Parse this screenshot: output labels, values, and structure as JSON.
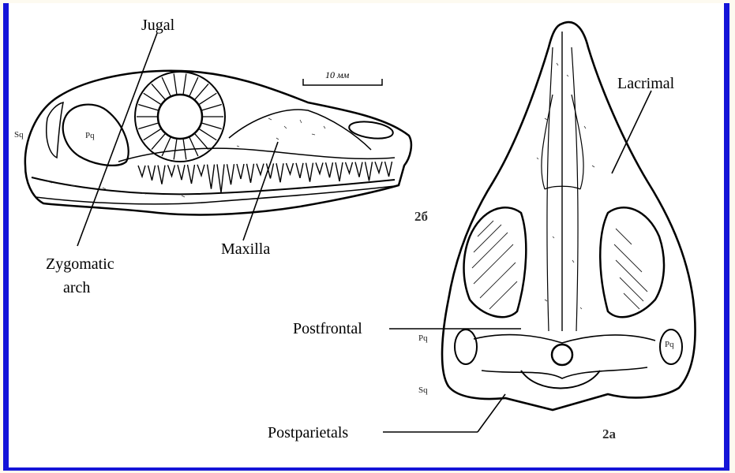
{
  "colors": {
    "frame": "#1414d8",
    "background": "#ffffff",
    "ink": "#000000"
  },
  "labels": {
    "jugal": "Jugal",
    "lacrimal": "Lacrimal",
    "zygomatic_line1": "Zygomatic",
    "zygomatic_line2": "arch",
    "maxilla": "Maxilla",
    "postfrontal": "Postfrontal",
    "postparietals": "Postparietals"
  },
  "figure_numbers": {
    "side_view": "2б",
    "top_view": "2a"
  },
  "scale_bar": "10 мм",
  "small_marks": {
    "sq_side": "Sq",
    "pq_side": "Pq",
    "pq_top": "Pq",
    "sq_top": "Sq",
    "pq_top_right": "Pq"
  }
}
